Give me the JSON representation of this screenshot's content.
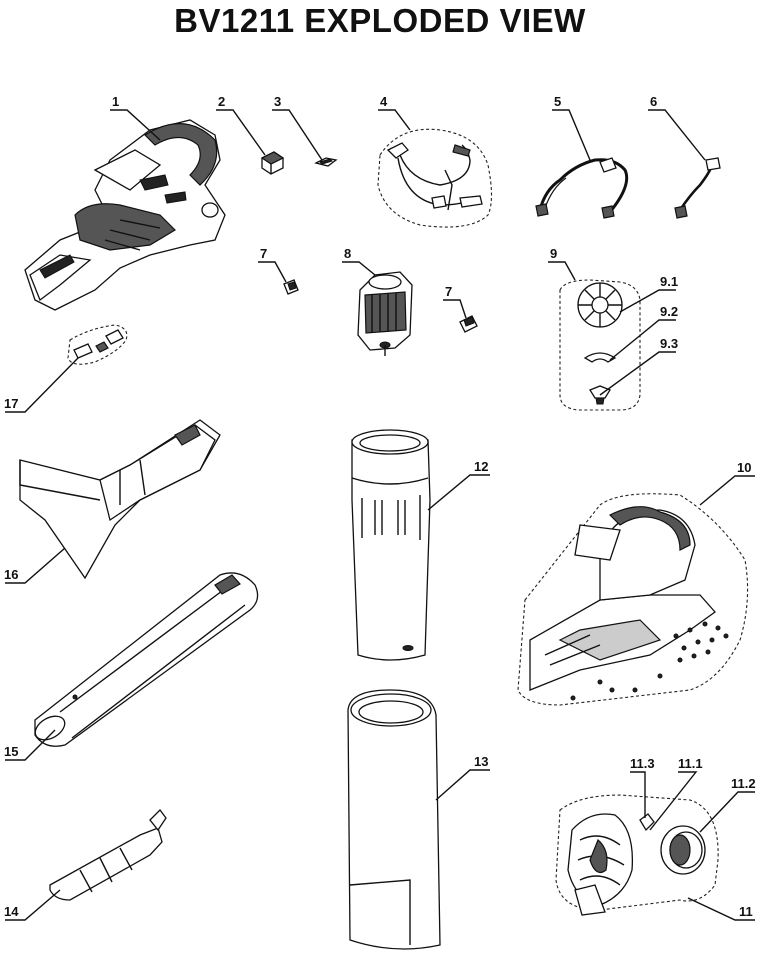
{
  "title": "BV1211 EXPLODED VIEW",
  "callouts": {
    "c1": "1",
    "c2": "2",
    "c3": "3",
    "c4": "4",
    "c5": "5",
    "c6": "6",
    "c7a": "7",
    "c7b": "7",
    "c8": "8",
    "c9": "9",
    "c9_1": "9.1",
    "c9_2": "9.2",
    "c9_3": "9.3",
    "c10": "10",
    "c11": "11",
    "c11_1": "11.1",
    "c11_2": "11.2",
    "c11_3": "11.3",
    "c12": "12",
    "c13": "13",
    "c14": "14",
    "c15": "15",
    "c16": "16",
    "c17": "17"
  }
}
